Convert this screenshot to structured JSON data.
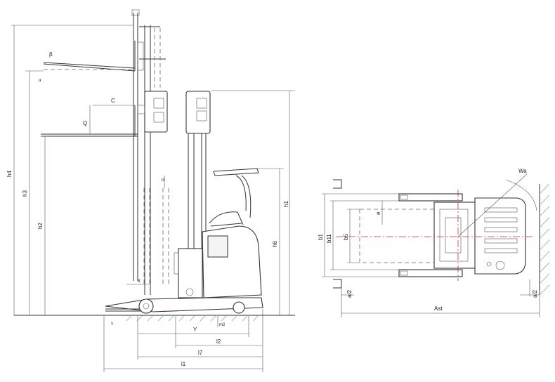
{
  "side_view": {
    "dims": {
      "h4": "h4",
      "h3": "h3",
      "h2": "h2",
      "h1": "h1",
      "h6": "h6",
      "beta": "β",
      "alpha": "α",
      "C": "C",
      "Q": "Q",
      "l4": "l4",
      "x": "x",
      "s": "s",
      "Y": "Y",
      "m2": "m2",
      "l2": "l2",
      "l7": "l7",
      "l1": "l1"
    }
  },
  "top_view": {
    "dims": {
      "Wa": "Wa",
      "b1": "b1",
      "b11": "b11",
      "b5": "b5",
      "e": "e",
      "a2_left": "a/2",
      "a2_right": "a/2",
      "Ast": "Ast"
    }
  }
}
